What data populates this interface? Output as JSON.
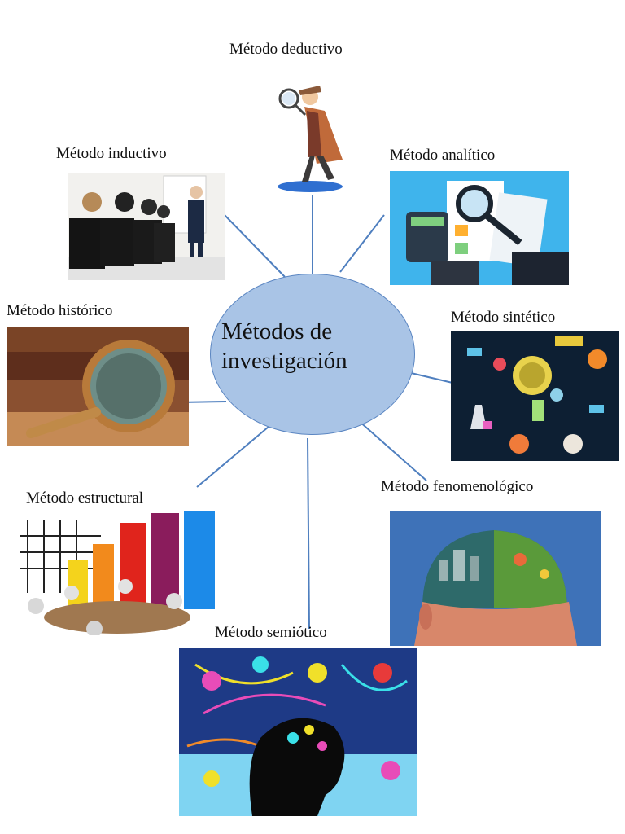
{
  "center": {
    "line1": "Métodos de",
    "line2": "investigación"
  },
  "methods": {
    "deductivo": "Método deductivo",
    "inductivo": "Método inductivo",
    "analitico": "Método analítico",
    "historico": "Método histórico",
    "sintetico": "Método sintético",
    "estructural": "Método estructural",
    "fenomenologico": "Método fenomenológico",
    "semiotico": "Método semiótico"
  },
  "colors": {
    "center_fill": "#a9c4e6",
    "center_stroke": "#5b86c2",
    "connector": "#4f7fbf"
  }
}
